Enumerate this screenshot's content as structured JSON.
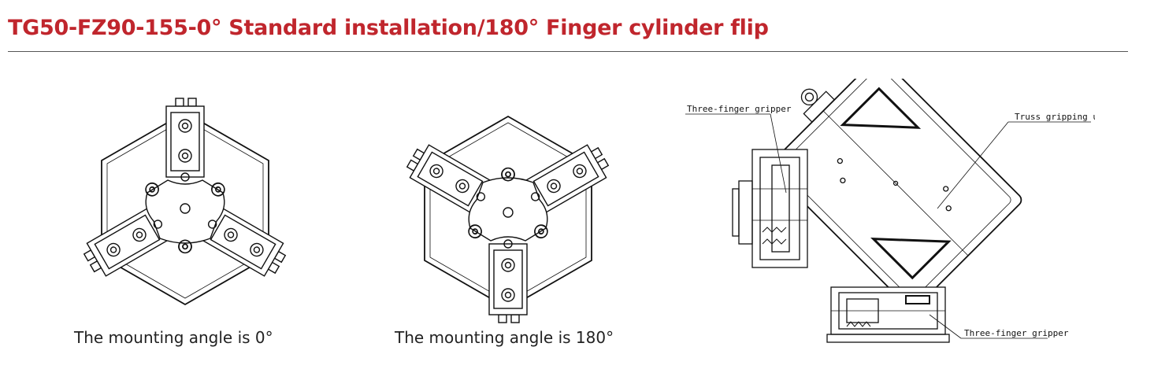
{
  "header": {
    "title": "TG50-FZ90-155-0° Standard installation/180° Finger cylinder flip",
    "title_color": "#c0262d"
  },
  "figures": [
    {
      "caption": "The mounting angle is 0°"
    },
    {
      "caption": "The mounting angle is 180°"
    },
    {
      "callouts": {
        "top_gripper": "Three-finger gripper",
        "truss_unit": "Truss gripping unit",
        "bottom_gripper": "Three-finger gripper"
      }
    }
  ]
}
